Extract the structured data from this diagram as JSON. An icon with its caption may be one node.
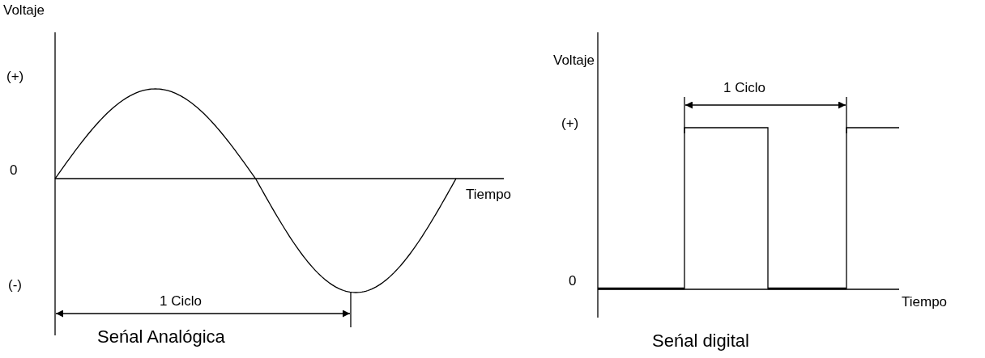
{
  "diagram": {
    "labels": [
      "Voltaje",
      "(+)",
      "0",
      "(-)",
      "1 Ciclo",
      "Tiempo",
      "Seńal Analógica",
      "Voltaje",
      "1 Ciclo",
      "(+)",
      "0",
      "Tiempo",
      "Seńal digital"
    ]
  }
}
